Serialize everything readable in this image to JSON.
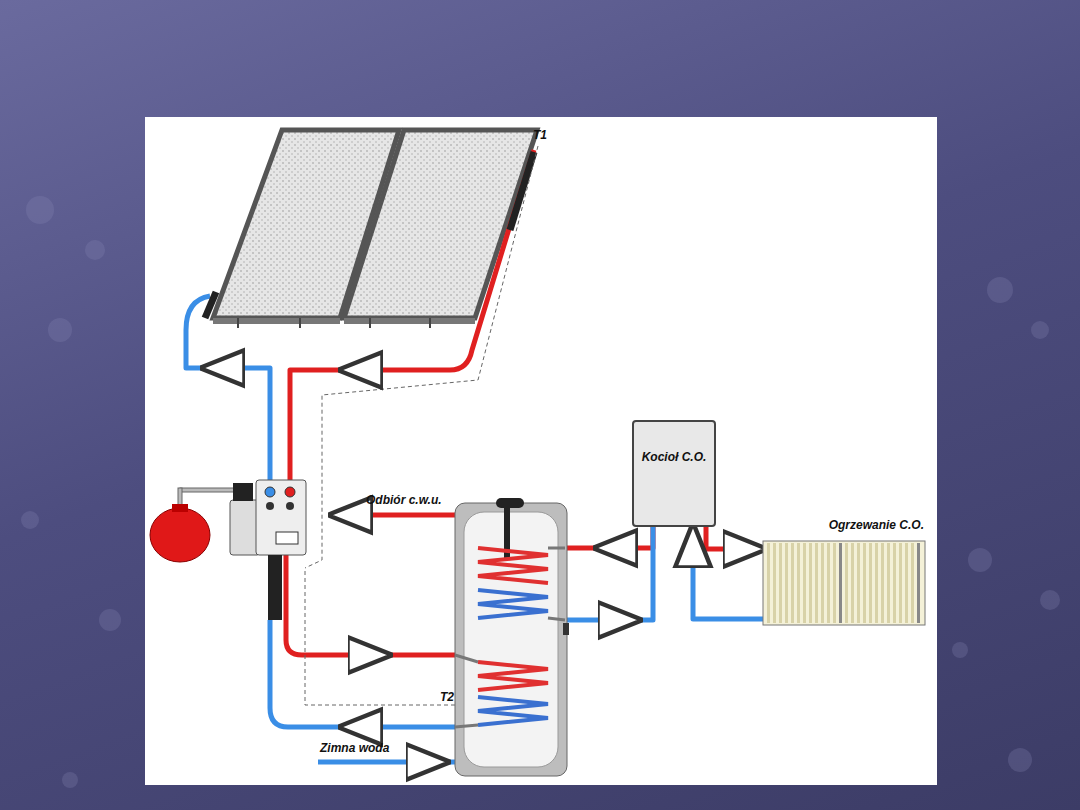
{
  "diagram": {
    "nodes": [
      {
        "text": [
          "Kocioł C.O."
        ]
      },
      {
        "text": [
          "Ogrzewanie C.O."
        ]
      }
    ],
    "edges": [
      {
        "from": 0,
        "to": 1,
        "arrow": "to"
      },
      {
        "from": 1,
        "to": 0,
        "arrow": "to"
      }
    ],
    "labels": [
      "T1",
      "Odbiór c.w.u.",
      "T2",
      "Zimna woda"
    ]
  }
}
